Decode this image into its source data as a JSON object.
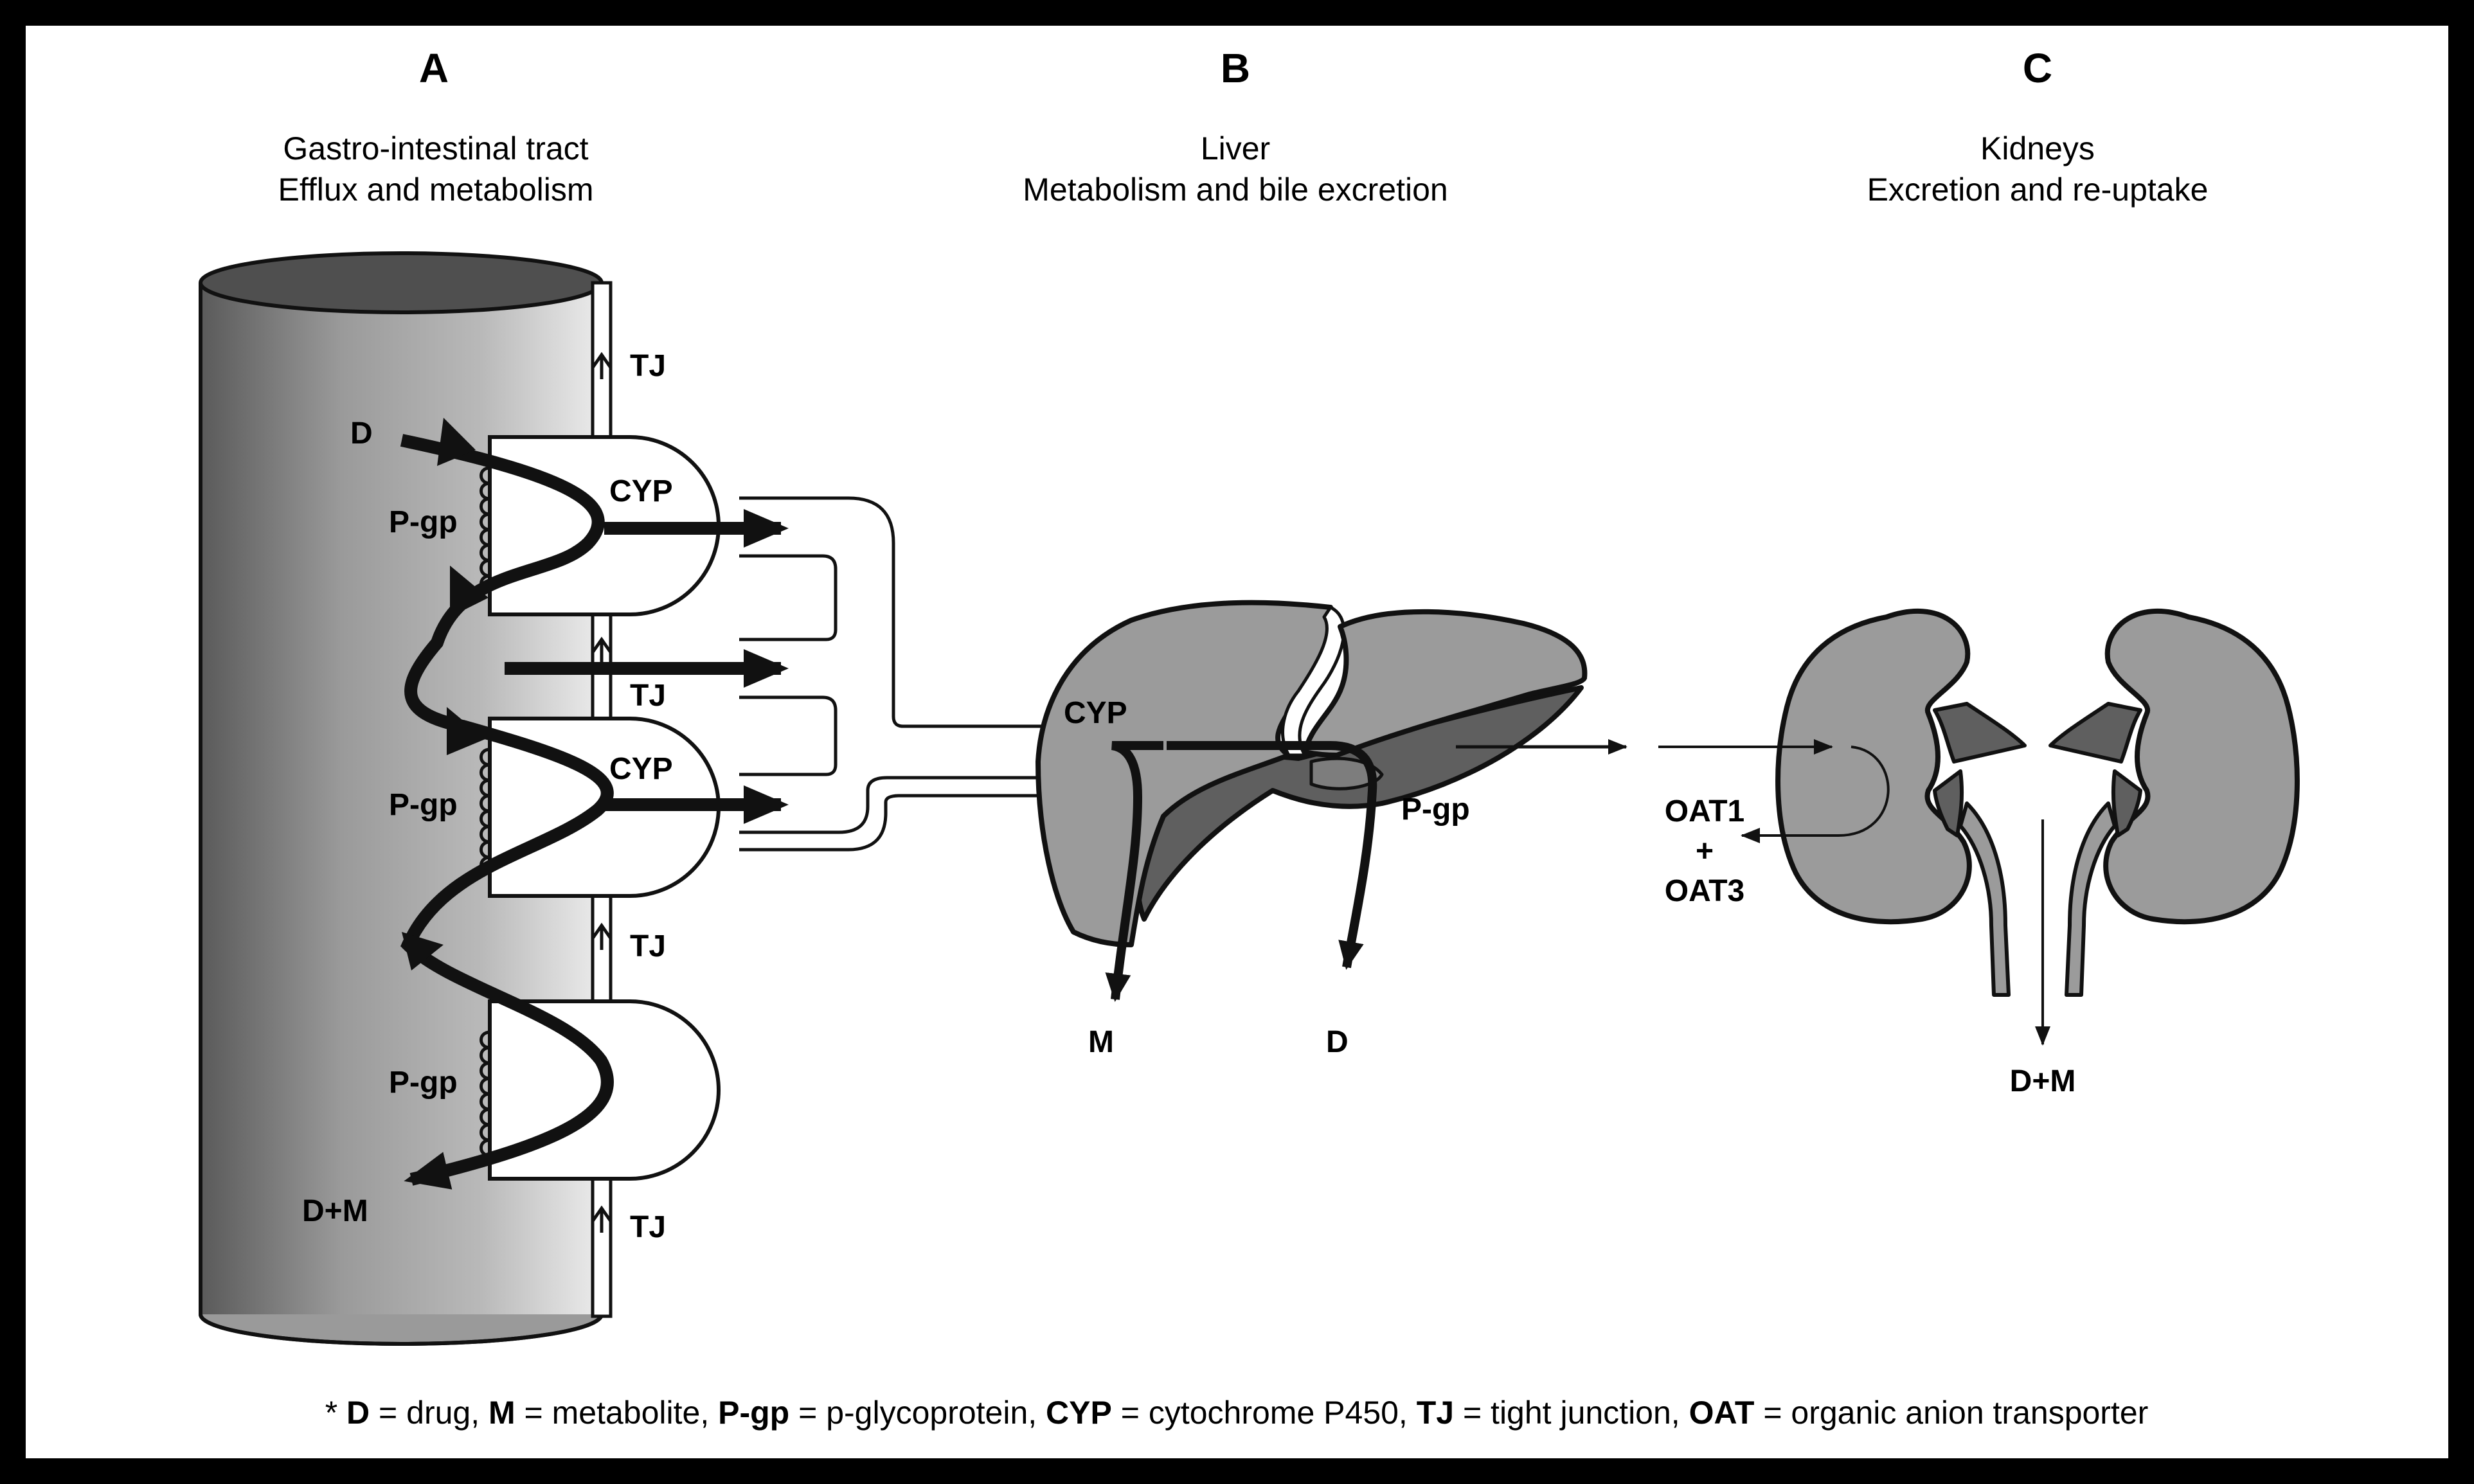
{
  "panels": {
    "a": {
      "letter": "A",
      "line1": "Gastro-intestinal tract",
      "line2": "Efflux and metabolism"
    },
    "b": {
      "letter": "B",
      "line1": "Liver",
      "line2": "Metabolism and bile excretion"
    },
    "c": {
      "letter": "C",
      "line1": "Kidneys",
      "line2": "Excretion and re-uptake"
    }
  },
  "gut_labels": {
    "d": "D",
    "pgp1": "P-gp",
    "pgp2": "P-gp",
    "pgp3": "P-gp",
    "cyp1": "CYP",
    "cyp2": "CYP",
    "tj1": "TJ",
    "tj2": "TJ",
    "tj3": "TJ",
    "tj4": "TJ",
    "dm": "D+M"
  },
  "liver_labels": {
    "cyp": "CYP",
    "pgp": "P-gp",
    "m": "M",
    "d": "D"
  },
  "kidney_labels": {
    "oat1": "OAT1",
    "plus": "+",
    "oat3": "OAT3",
    "dm": "D+M"
  },
  "legend": [
    {
      "text": "* ",
      "bold": false
    },
    {
      "text": "D",
      "bold": true
    },
    {
      "text": " = drug, ",
      "bold": false
    },
    {
      "text": "M",
      "bold": true
    },
    {
      "text": " = metabolite, ",
      "bold": false
    },
    {
      "text": "P-gp",
      "bold": true
    },
    {
      "text": " = p-glycoprotein, ",
      "bold": false
    },
    {
      "text": "CYP",
      "bold": true
    },
    {
      "text": " = cytochrome P450, ",
      "bold": false
    },
    {
      "text": "TJ",
      "bold": true
    },
    {
      "text": " = tight junction, ",
      "bold": false
    },
    {
      "text": "OAT",
      "bold": true
    },
    {
      "text": " = organic anion transporter",
      "bold": false
    }
  ],
  "colors": {
    "organ_fill": "#9b9b9b",
    "organ_dark": "#5f5f5f",
    "frame": "#000000"
  }
}
